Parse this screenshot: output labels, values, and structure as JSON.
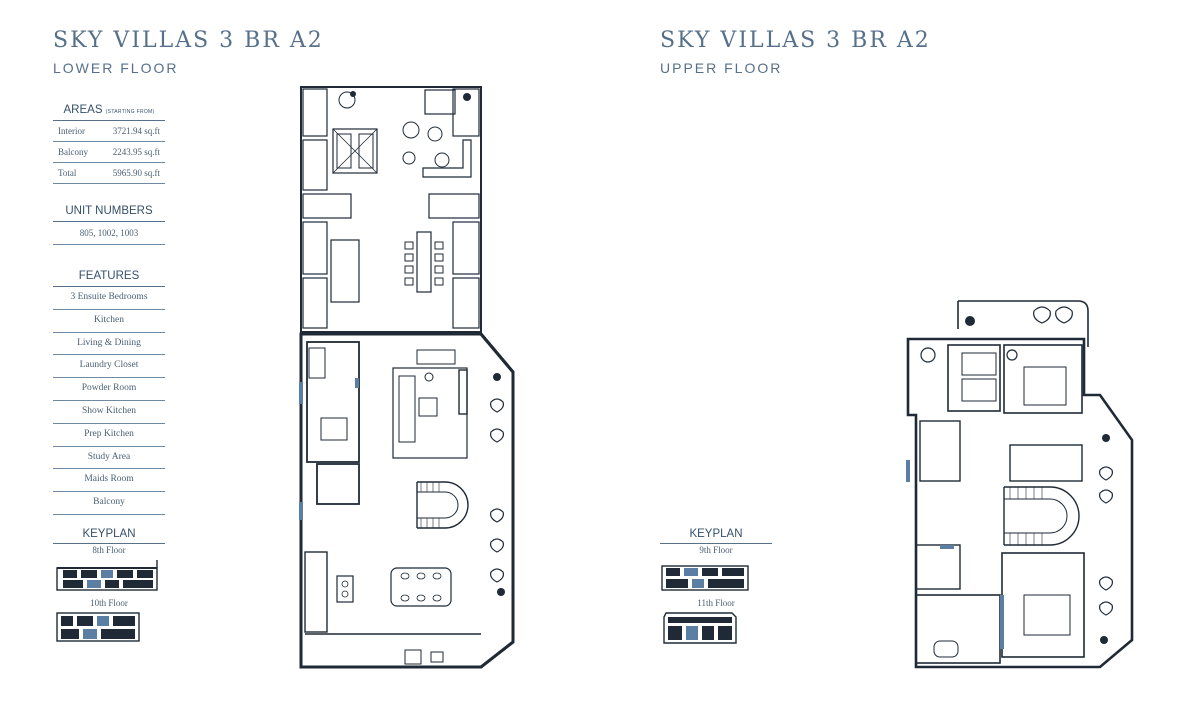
{
  "left": {
    "title": "SKY VILLAS 3 BR A2",
    "subtitle": "LOWER FLOOR"
  },
  "right": {
    "title": "SKY VILLAS 3 BR A2",
    "subtitle": "UPPER FLOOR"
  },
  "areas": {
    "heading": "AREAS",
    "heading_note": "(STARTING FROM)",
    "rows": [
      {
        "label": "Interior",
        "value": "3721.94 sq.ft"
      },
      {
        "label": "Balcony",
        "value": "2243.95 sq.ft"
      },
      {
        "label": "Total",
        "value": "5965.90 sq.ft"
      }
    ]
  },
  "units": {
    "heading": "UNIT NUMBERS",
    "value": "805, 1002, 1003"
  },
  "features": {
    "heading": "FEATURES",
    "items": [
      "3 Ensuite Bedrooms",
      "Kitchen",
      "Living & Dining",
      "Laundry Closet",
      "Powder Room",
      "Show Kitchen",
      "Prep Kitchen",
      "Study Area",
      "Maids Room",
      "Balcony"
    ]
  },
  "keyplan_left": {
    "heading": "KEYPLAN",
    "floors": [
      "8th Floor",
      "10th Floor"
    ]
  },
  "keyplan_right": {
    "heading": "KEYPLAN",
    "floors": [
      "9th Floor",
      "11th Floor"
    ]
  },
  "colors": {
    "primary": "#56708a",
    "wall": "#1f2a36",
    "accent_blue": "#5b7fa3"
  }
}
